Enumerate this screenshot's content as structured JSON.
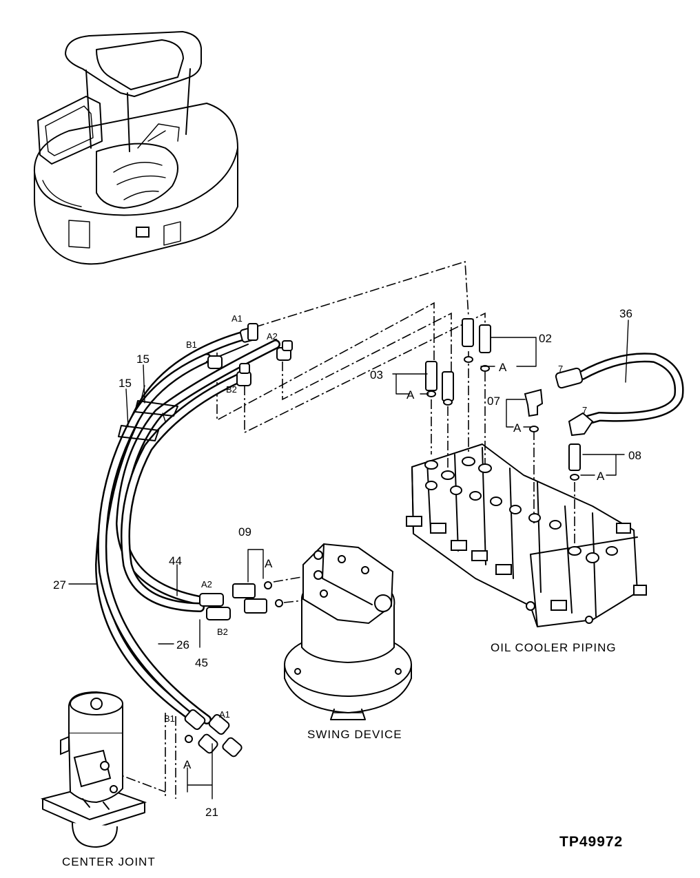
{
  "captions": {
    "oil_cooler_piping": "OIL COOLER PIPING",
    "swing_device": "SWING DEVICE",
    "center_joint": "CENTER JOINT",
    "reference": "TP49972"
  },
  "callouts": {
    "n36": "36",
    "n02": "02",
    "n03": "03",
    "n07": "07",
    "n08": "08",
    "n09": "09",
    "n15a": "15",
    "n15b": "15",
    "n27": "27",
    "n44": "44",
    "n45": "45",
    "n26": "26",
    "n21": "21",
    "n7a": "7",
    "n7b": "7",
    "a": "A"
  },
  "ports": {
    "a1": "A1",
    "a2": "A2",
    "b1": "B1",
    "b2": "B2"
  }
}
